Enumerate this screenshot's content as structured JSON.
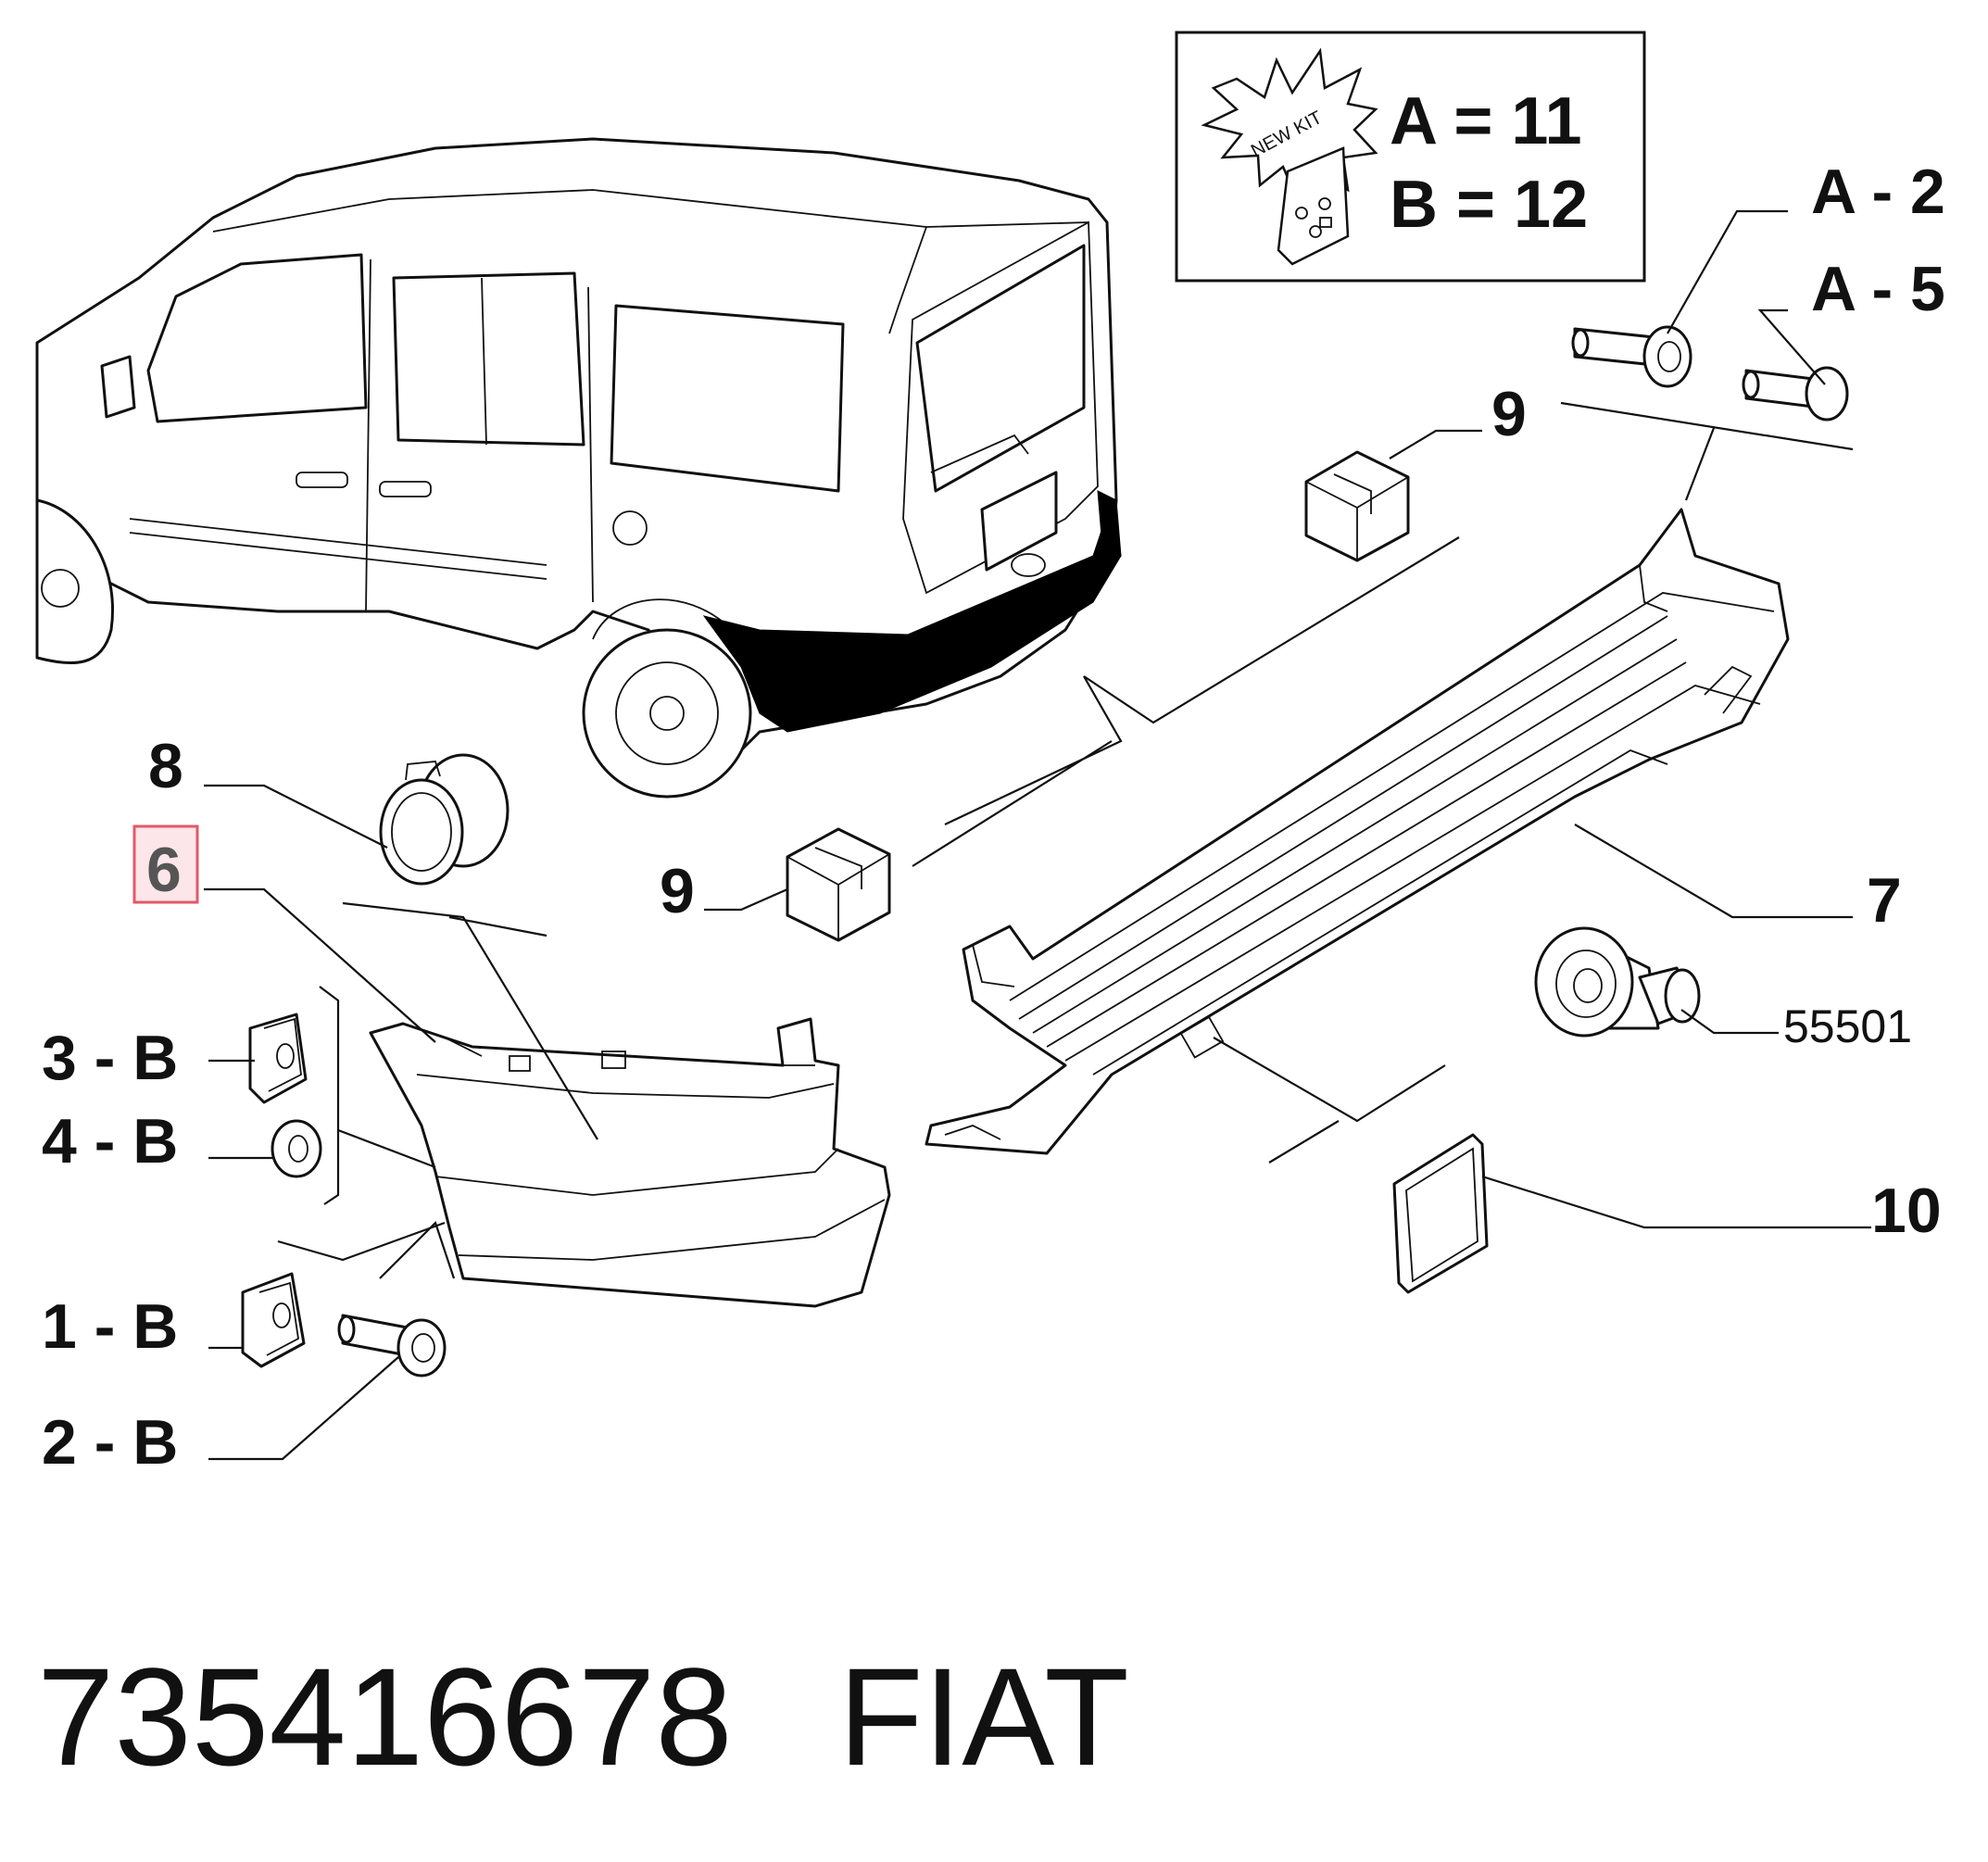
{
  "legend": {
    "starburst_text": "NEW KIT",
    "line_a": "A = 11",
    "line_b": "B = 12"
  },
  "callouts": {
    "a2": "A - 2",
    "a5": "A - 5",
    "n9_top": "9",
    "n8": "8",
    "n6": "6",
    "n9_mid": "9",
    "n7": "7",
    "n55501": "55501",
    "b3": "3 - B",
    "b4": "4 - B",
    "n10": "10",
    "b1": "1 - B",
    "b2": "2 - B"
  },
  "highlight": {
    "label": "6",
    "border_color": "#e05a6a",
    "fill_color": "#fde6e9"
  },
  "footer": {
    "part_number": "735416678",
    "brand": "FIAT"
  }
}
